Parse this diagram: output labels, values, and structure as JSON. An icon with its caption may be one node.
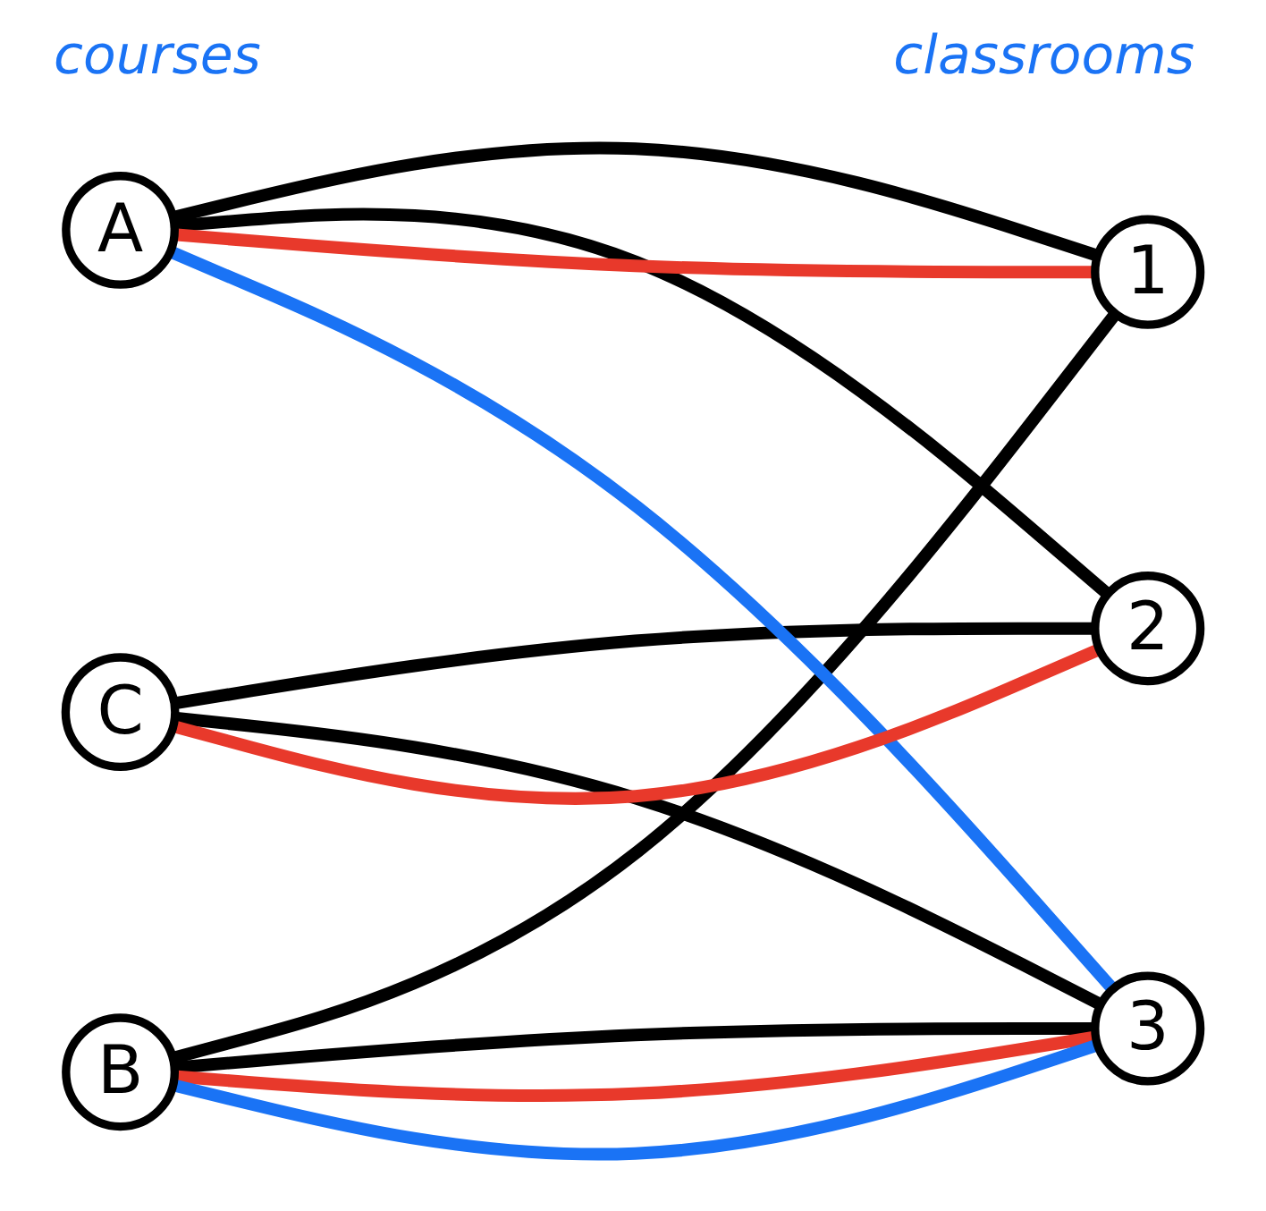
{
  "diagram": {
    "nodes": [
      {
        "text": [
          "A"
        ]
      },
      {
        "text": [
          "1"
        ]
      },
      {
        "text": [
          "B"
        ]
      },
      {
        "text": [
          "2"
        ]
      },
      {
        "text": [
          "C"
        ]
      },
      {
        "text": [
          "3"
        ]
      }
    ],
    "edges": [
      {
        "from": 0,
        "to": 1,
        "arrow": "none"
      },
      {
        "from": 0,
        "to": 3,
        "arrow": "none"
      },
      {
        "from": 2,
        "to": 1,
        "arrow": "none"
      },
      {
        "from": 2,
        "to": 5,
        "arrow": "none"
      },
      {
        "from": 4,
        "to": 3,
        "arrow": "none"
      },
      {
        "from": 4,
        "to": 5,
        "arrow": "none"
      },
      {
        "from": 0,
        "to": 1,
        "arrow": "none",
        "color": "#e8392b"
      },
      {
        "from": 0,
        "to": 5,
        "arrow": "none",
        "color": "#1a73f5"
      },
      {
        "from": 2,
        "to": 5,
        "arrow": "none",
        "color": "#e8392b"
      },
      {
        "from": 2,
        "to": 5,
        "arrow": "none",
        "color": "#1a73f5"
      },
      {
        "from": 4,
        "to": 3,
        "arrow": "none",
        "color": "#e8392b"
      }
    ],
    "labels": [
      "courses",
      "classrooms"
    ]
  }
}
